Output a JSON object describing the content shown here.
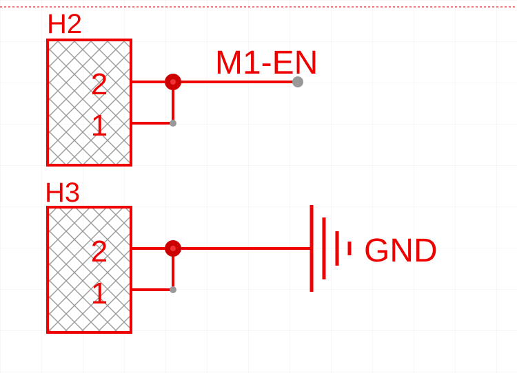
{
  "schematic": {
    "colors": {
      "wire": "#ee0000",
      "junction": "#cc0000",
      "pin_end": "#999999",
      "hatch": "#9a9a9a",
      "grid": "#e6e6e6",
      "border": "#cc0000"
    },
    "components": [
      {
        "id": "h2",
        "designator": "H2",
        "pins": [
          {
            "number": "2"
          },
          {
            "number": "1"
          }
        ],
        "net_label": "M1-EN"
      },
      {
        "id": "h3",
        "designator": "H3",
        "pins": [
          {
            "number": "2"
          },
          {
            "number": "1"
          }
        ],
        "net_label": "GND",
        "power_symbol": "ground-icon"
      }
    ]
  }
}
